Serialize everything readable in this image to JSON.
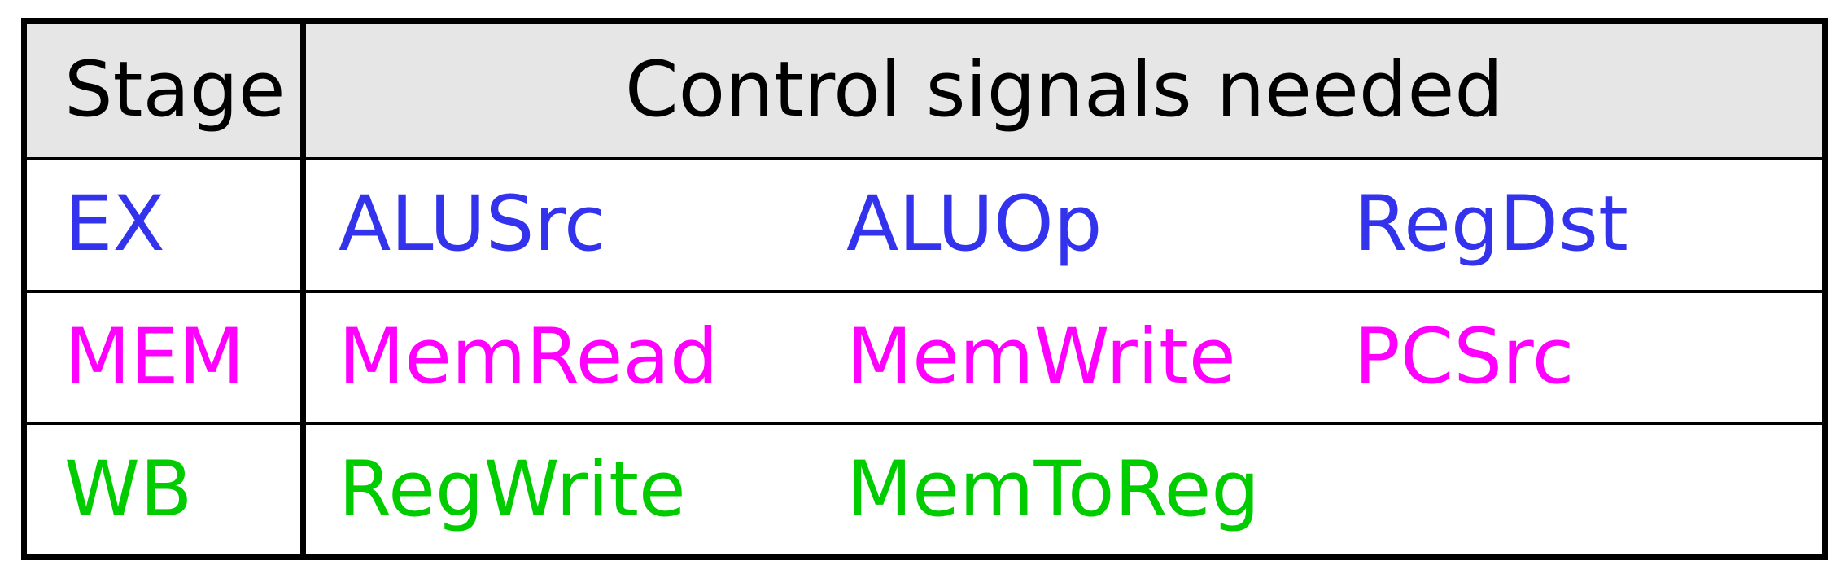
{
  "header": {
    "stage_label": "Stage",
    "signals_label": "Control signals needed"
  },
  "rows": [
    {
      "stage": "EX",
      "color": "#3333ee",
      "signals": [
        "ALUSrc",
        "ALUOp",
        "RegDst"
      ]
    },
    {
      "stage": "MEM",
      "color": "#ff00ff",
      "signals": [
        "MemRead",
        "MemWrite",
        "PCSrc"
      ]
    },
    {
      "stage": "WB",
      "color": "#00cc00",
      "signals": [
        "RegWrite",
        "MemToReg",
        ""
      ]
    }
  ],
  "colors": {
    "header_background": "#e6e6e6",
    "border": "#000000"
  }
}
